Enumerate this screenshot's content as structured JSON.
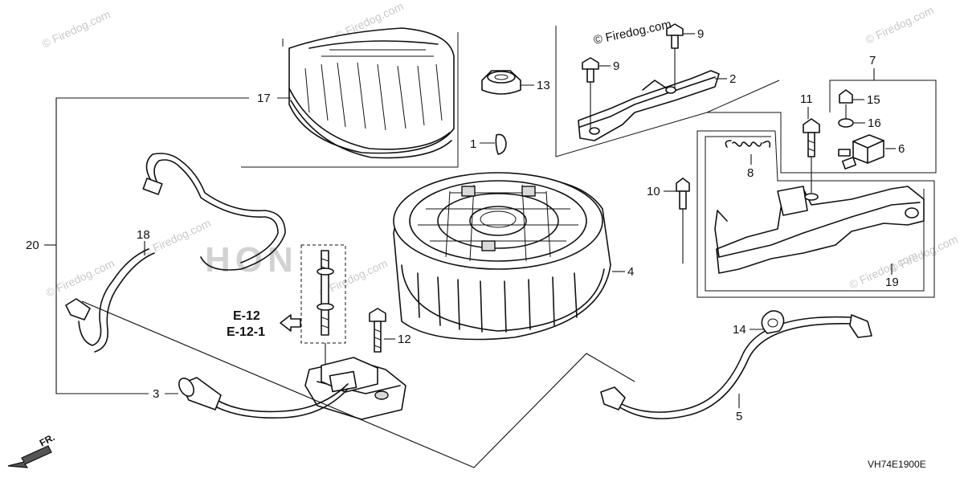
{
  "watermarks": [
    "© Firedog.com",
    "© Firedog.com",
    "© Firedog.com",
    "© Firedog.com",
    "© Firedog.com",
    "© Firedog.com",
    "© Firedog.com",
    "© Firedog.com"
  ],
  "brand_background": "HON",
  "copyright_label": "© Firedog.com",
  "callouts": {
    "c1": "1",
    "c2": "2",
    "c3": "3",
    "c4": "4",
    "c5": "5",
    "c6": "6",
    "c7": "7",
    "c8": "8",
    "c9a": "9",
    "c9b": "9",
    "c10": "10",
    "c11": "11",
    "c12": "12",
    "c13": "13",
    "c14": "14",
    "c15": "15",
    "c16": "16",
    "c17": "17",
    "c18": "18",
    "c19": "19",
    "c20": "20"
  },
  "reference": {
    "line1": "E-12",
    "line2": "E-12-1"
  },
  "direction_label": "FR.",
  "diagram_code": "VH74E1900E"
}
